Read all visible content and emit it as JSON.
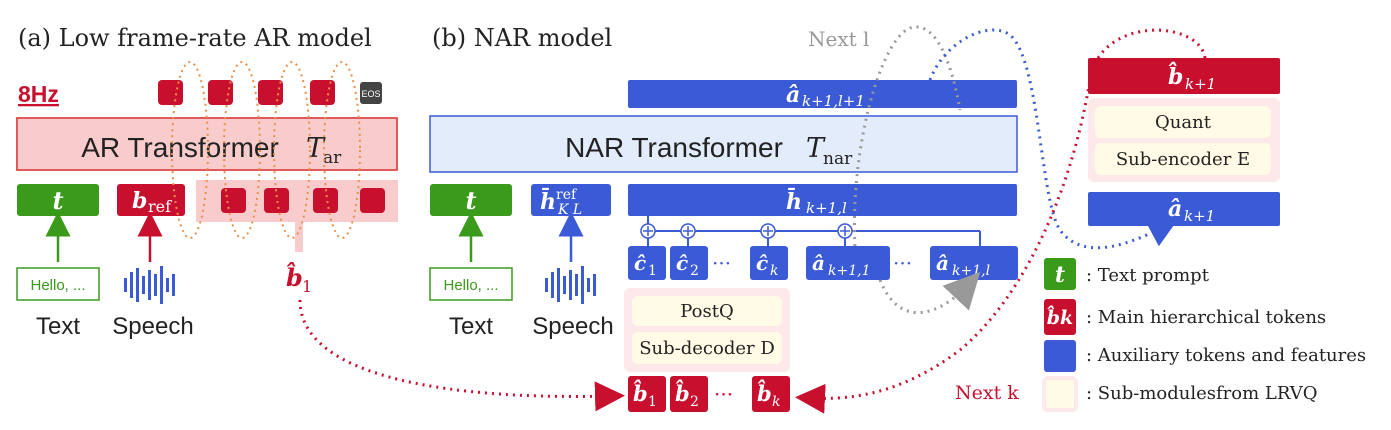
{
  "panel_a": {
    "title": "(a) Low frame-rate AR model",
    "rate": "8Hz",
    "eos": "EOS",
    "transformer_label": "AR Transformer",
    "transformer_symbol": "T",
    "transformer_sub": "ar",
    "text_token": "t",
    "ref_token": "b",
    "ref_sub": "ref",
    "first_token": "b̂",
    "first_sub": "1",
    "text_input": "Hello, ...",
    "text_caption": "Text",
    "speech_caption": "Speech"
  },
  "panel_b": {
    "title": "(b) NAR model",
    "next_l": "Next l",
    "next_k": "Next k",
    "top_output": "â",
    "top_output_sub": "k+1,l+1",
    "transformer_label": "NAR Transformer",
    "transformer_symbol": "T",
    "transformer_sub": "nar",
    "text_token": "t",
    "h_ref": "h̄",
    "h_ref_sup": "ref",
    "h_ref_sub": "K,L",
    "h_bar": "h̄",
    "h_bar_sub": "k+1,l",
    "c_tokens": [
      {
        "main": "ĉ",
        "sub": "1"
      },
      {
        "main": "ĉ",
        "sub": "2"
      },
      {
        "main": "ĉ",
        "sub": "k"
      }
    ],
    "a_tokens": [
      {
        "main": "â",
        "sub": "k+1,1"
      },
      {
        "main": "â",
        "sub": "k+1,l"
      }
    ],
    "dots": "···",
    "postq": "PostQ",
    "subdecoder": "Sub-decoder D",
    "b_tokens": [
      {
        "main": "b̂",
        "sub": "1"
      },
      {
        "main": "b̂",
        "sub": "2"
      },
      {
        "main": "b̂",
        "sub": "k"
      }
    ],
    "text_input": "Hello, ...",
    "text_caption": "Text",
    "speech_caption": "Speech"
  },
  "encoder": {
    "b_out": "b̂",
    "b_out_sub": "k+1",
    "quant": "Quant",
    "subencoder": "Sub-encoder E",
    "a_in": "â",
    "a_in_sub": "k+1"
  },
  "legend": {
    "items": [
      {
        "symbol": "t",
        "label": ": Text prompt"
      },
      {
        "symbol": "b̂k",
        "label": ": Main hierarchical tokens"
      },
      {
        "symbol": "",
        "label": ": Auxiliary tokens and features"
      },
      {
        "symbol": "",
        "label": ": Sub-modulesfrom LRVQ"
      }
    ]
  },
  "colors": {
    "green": "#3a9a1a",
    "red": "#c8102e",
    "blue": "#3b5bd6",
    "pink_bg": "#f8cccc",
    "light_blue_bg": "#e3ecfa",
    "cream": "#fffbe6",
    "grey_arrow": "#999999"
  }
}
